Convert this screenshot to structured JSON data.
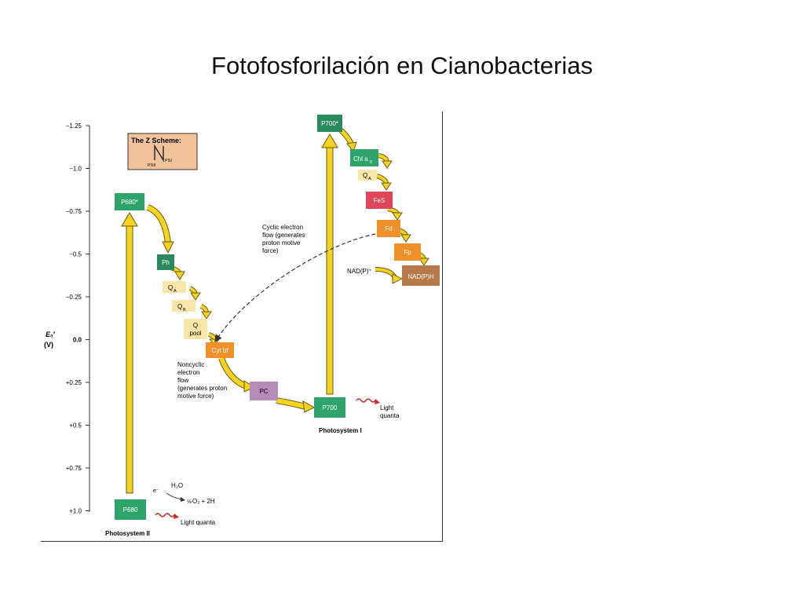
{
  "slide": {
    "title": "Fotofosforilación en Cianobacterias"
  },
  "colors": {
    "arrow": "#f5d31f",
    "arrow_stroke": "#6b5a10",
    "dark_green": "#2a8a5e",
    "green": "#2ea46a",
    "pale": "#f8e7a8",
    "red": "#e0465a",
    "orange": "#f0902a",
    "purple": "#b58bb8",
    "brown": "#b7794a",
    "box_salmon": "#f2c39a",
    "wave": "#cc2a2a"
  },
  "diagram": {
    "axis": {
      "label": "E₀′",
      "unit": "(V)",
      "ticks": [
        "−1.25",
        "−1.0",
        "−0.75",
        "−0.5",
        "−0.25",
        "0.0",
        "+0.25",
        "+0.5",
        "+0.75",
        "+1.0"
      ]
    },
    "legend": {
      "title": "The Z Scheme:",
      "psii": "PSII",
      "psi": "PSI"
    },
    "nodes": {
      "p680_star": "P680*",
      "p680": "P680",
      "ph": "Ph",
      "qa": "Q",
      "qa_sub": "A",
      "qb": "Q",
      "qb_sub": "B",
      "qpool_1": "Q",
      "qpool_2": "pool",
      "cytbf": "Cyt bf",
      "pc": "PC",
      "p700": "P700",
      "p700_star": "P700*",
      "chla": "Chl a",
      "chla_sub": "0",
      "qa2": "Q",
      "qa2_sub": "A",
      "fes": "FeS",
      "fd": "Fd",
      "fp": "Fp",
      "nadp": "NAD(P)⁺",
      "nadph": "NAD(P)H"
    },
    "labels": {
      "cyclic": [
        "Cyclic electron",
        "flow (generates",
        "proton motive",
        "force)"
      ],
      "noncyclic": [
        "Noncyclic",
        "electron",
        "flow",
        "(generates proton",
        "motive force)"
      ],
      "light_quanta_psi": [
        "Light",
        "quanta"
      ],
      "light_quanta_psii": "Light quanta",
      "photosystem_i": "Photosystem I",
      "photosystem_ii": "Photosystem II",
      "electron": "e⁻",
      "water": "H₂O",
      "oxygen_half": "½",
      "oxygen_rest": "O₂ + 2H"
    }
  }
}
